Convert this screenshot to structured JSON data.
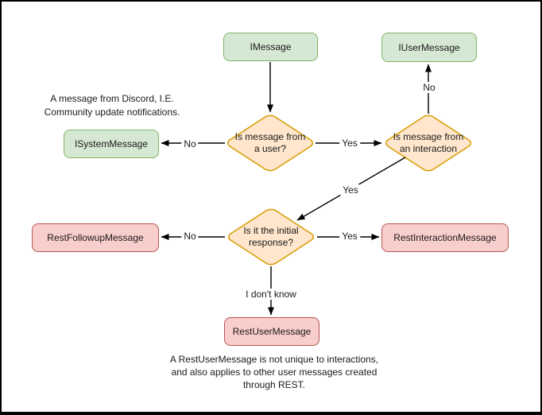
{
  "colors": {
    "canvas": "#ffffff",
    "edge": "#000000",
    "text": "#1a1a1a",
    "green-fill": "#d5e8d4",
    "green-stroke": "#82b366",
    "orange-fill": "#ffe6cc",
    "orange-stroke": "#d79b00",
    "red-fill": "#f8cecc",
    "red-stroke": "#b85450"
  },
  "diagram": {
    "nodes": {
      "imessage": {
        "label": "IMessage"
      },
      "iusermessage": {
        "label": "IUserMessage"
      },
      "isystemmessage": {
        "label": "ISystemMessage"
      },
      "restfollowup": {
        "label": "RestFollowupMessage"
      },
      "restinteraction": {
        "label": "RestInteractionMessage"
      },
      "restuser": {
        "label": "RestUserMessage"
      }
    },
    "decisions": {
      "from_user": {
        "label": "Is message from a user?"
      },
      "from_interaction": {
        "label": "Is message from an interaction"
      },
      "initial_response": {
        "label": "Is it the initial response?"
      }
    },
    "edge_labels": {
      "user_no": "No",
      "user_yes": "Yes",
      "interaction_no": "No",
      "interaction_yes": "Yes",
      "initial_no": "No",
      "initial_yes": "Yes",
      "initial_unknown": "I don't know"
    },
    "notes": {
      "system": {
        "lines": [
          "A message from Discord, I.E.",
          "Community update notifications."
        ]
      },
      "rest_user": {
        "lines": [
          "A RestUserMessage is not unique to interactions,",
          "and also applies to other user messages created",
          "through REST."
        ]
      }
    }
  }
}
